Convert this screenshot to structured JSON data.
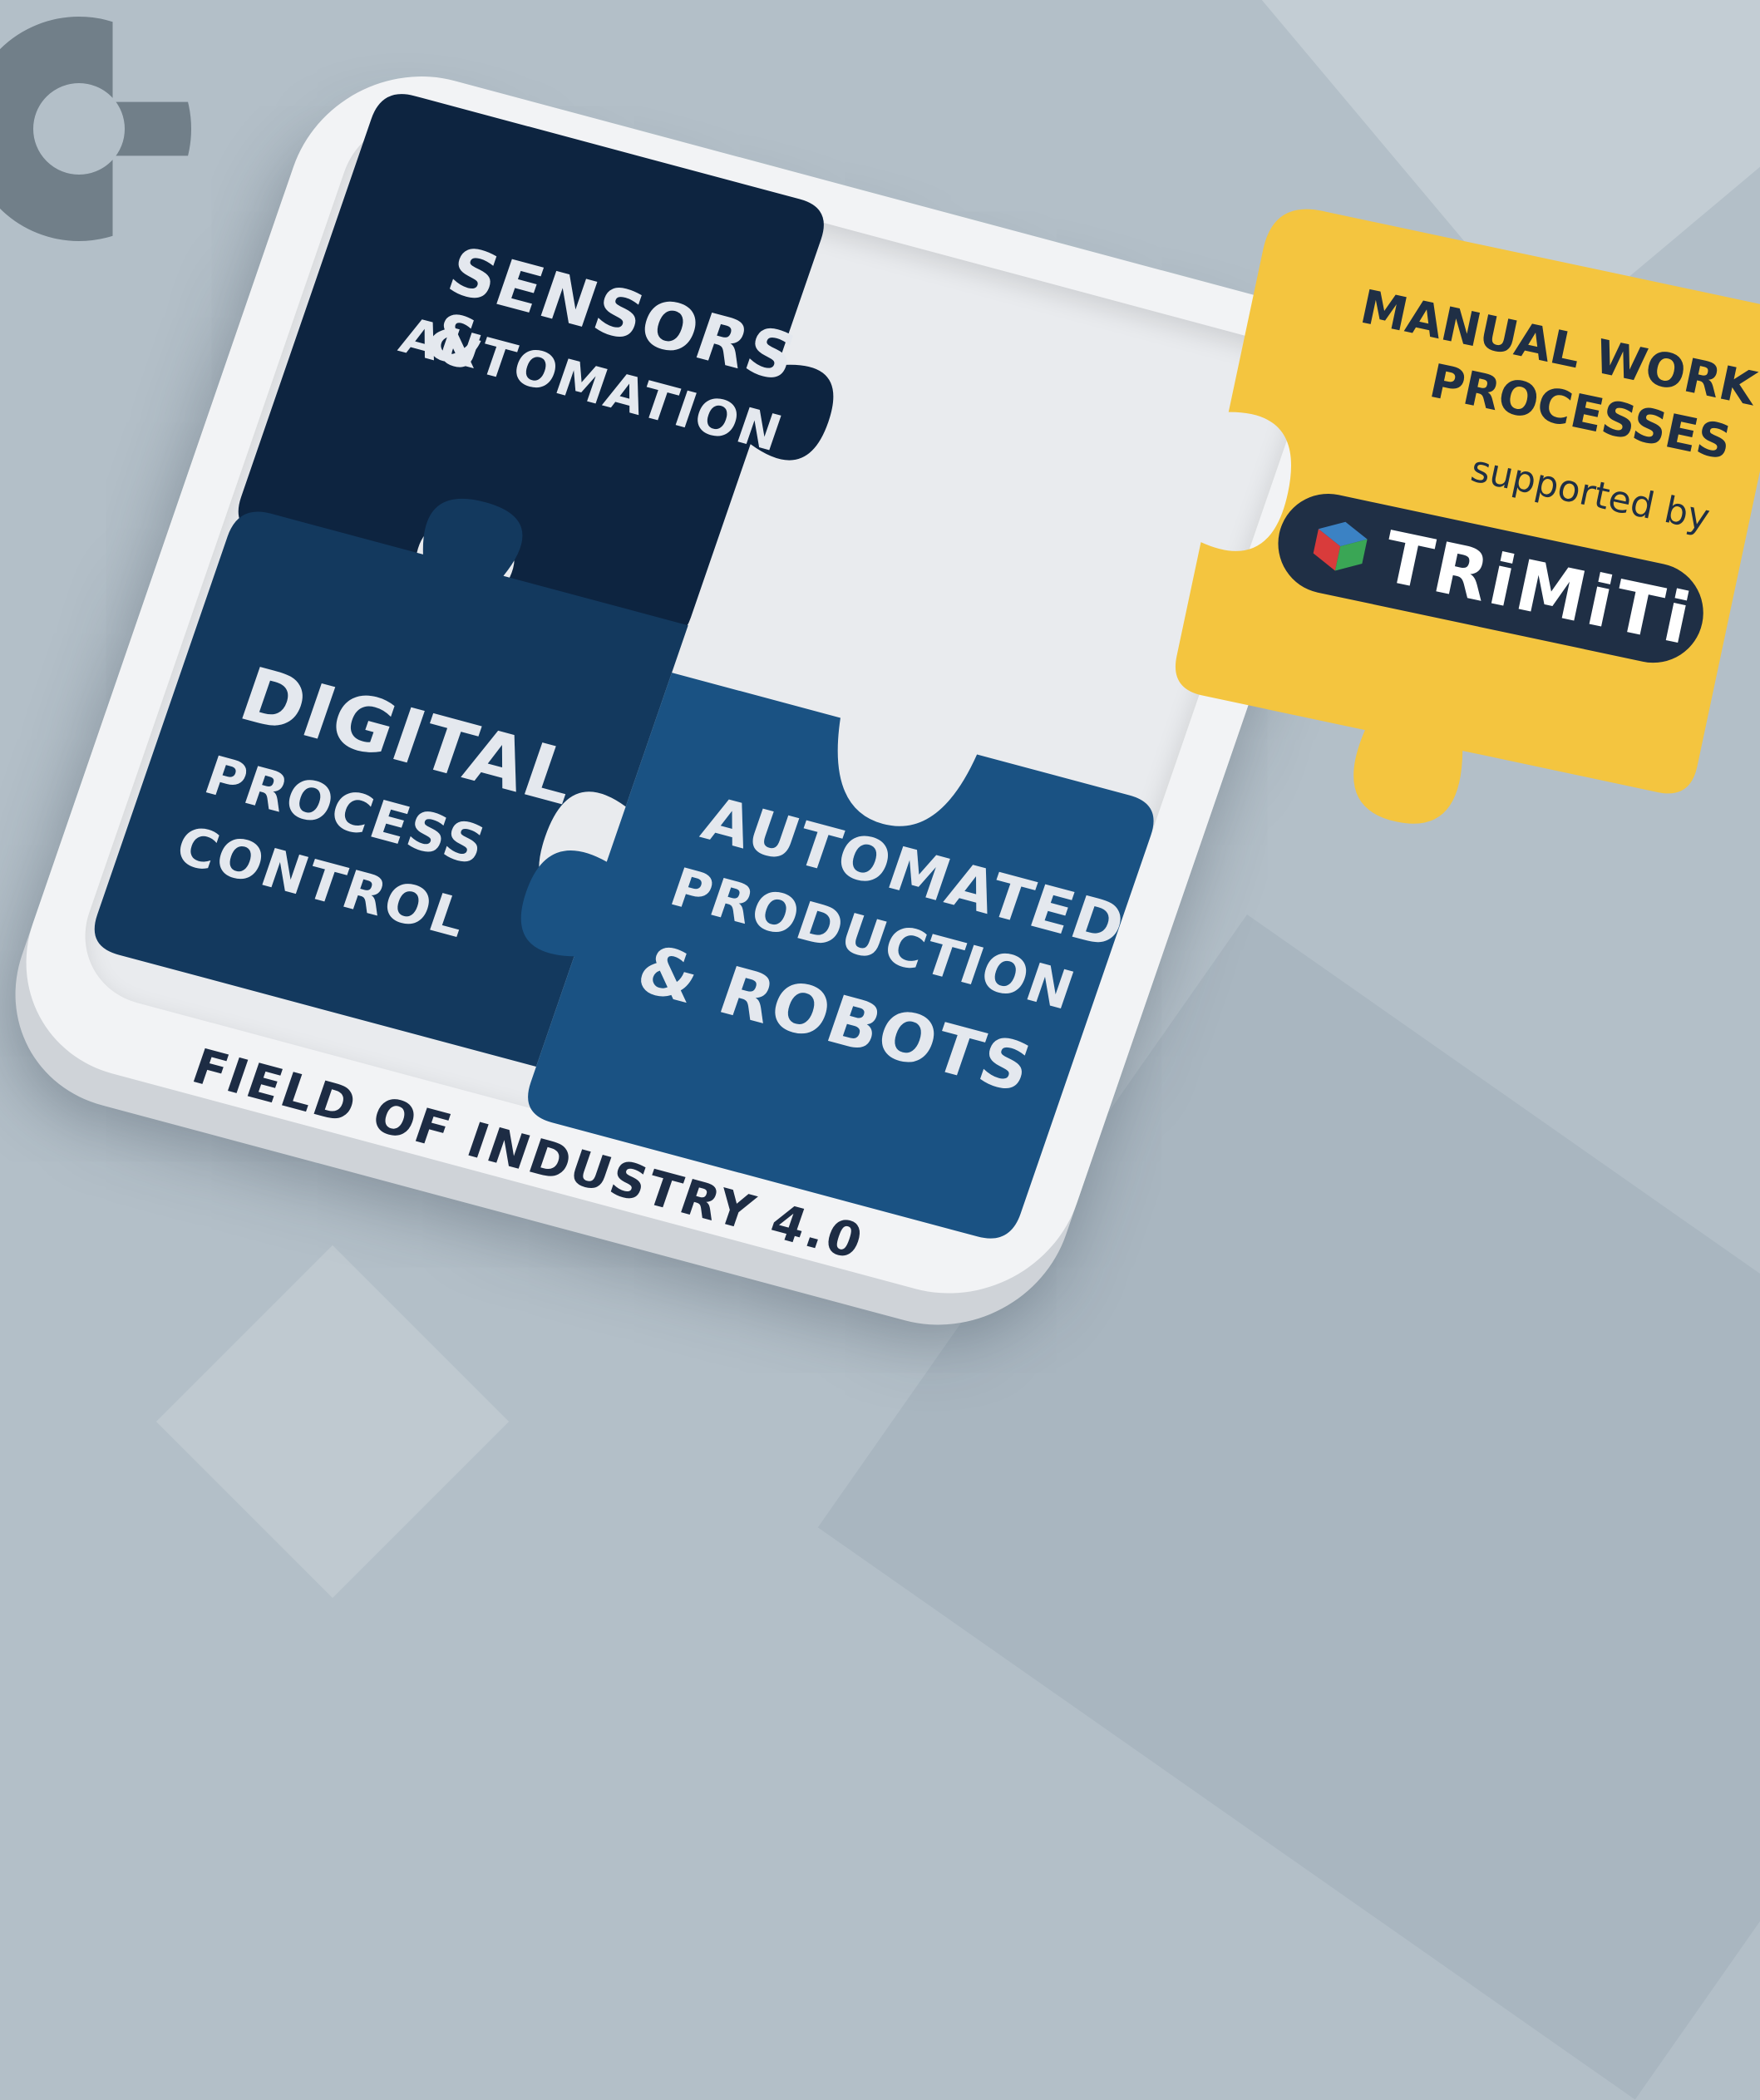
{
  "background": {
    "color": "#b3bfc8",
    "brand_mark_color": "#717f89"
  },
  "board": {
    "caption": "FIELD OF INDUSTRY 4.0",
    "pieces": {
      "sensors": {
        "line1": "SENSORS &",
        "line2": "AUTOMATION",
        "color": "#0d2440"
      },
      "digital": {
        "line1": "DIGITAL",
        "line2": "PROCESS",
        "line3": "CONTROL",
        "color": "#13395e"
      },
      "robots": {
        "line1": "AUTOMATED",
        "line2": "PRODUCTION",
        "line3": "& ROBOTS",
        "color": "#1a5283"
      }
    }
  },
  "manual_piece": {
    "line1": "MANUAL WORK",
    "line2": "PROCESSES",
    "line3": "supported by",
    "logo_text": "TRiMiTi",
    "color": "#f4c53f",
    "logo_bg": "#1f2f45"
  }
}
